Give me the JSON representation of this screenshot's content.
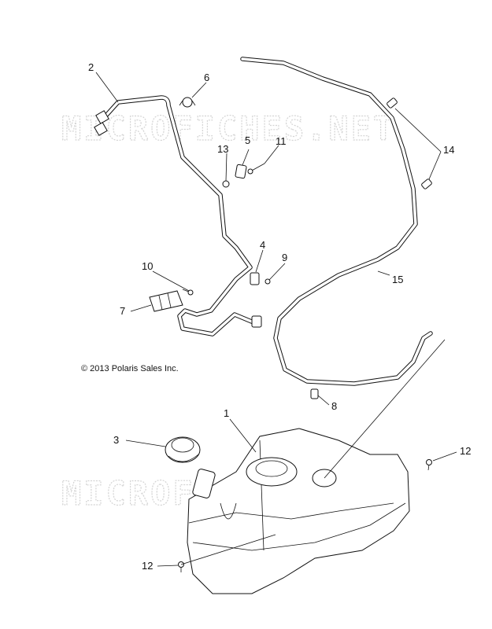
{
  "watermarks": [
    "MICROFICHES.NET",
    "MICROFICHES.NET"
  ],
  "copyright": "© 2013 Polaris Sales Inc.",
  "callouts": {
    "c1": "1",
    "c2": "2",
    "c3": "3",
    "c4": "4",
    "c5": "5",
    "c6": "6",
    "c7": "7",
    "c8": "8",
    "c9": "9",
    "c10": "10",
    "c11": "11",
    "c12a": "12",
    "c12b": "12",
    "c13": "13",
    "c14": "14",
    "c15": "15"
  }
}
